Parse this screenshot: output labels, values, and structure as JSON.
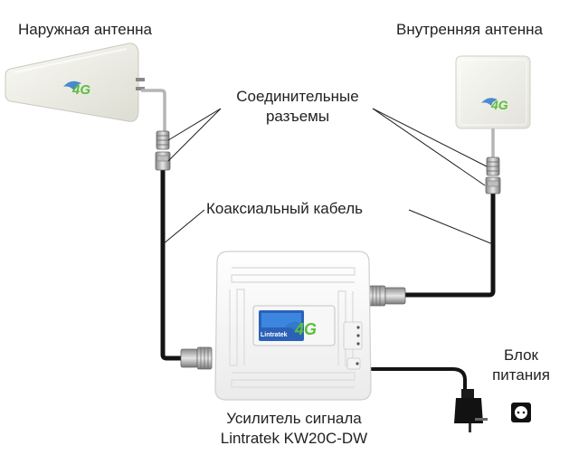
{
  "labels": {
    "outdoor_antenna": "Наружная антенна",
    "indoor_antenna": "Внутренняя антенна",
    "connectors_line1": "Соединительные",
    "connectors_line2": "разъемы",
    "coax_cable": "Коаксиальный кабель",
    "power_line1": "Блок",
    "power_line2": "питания",
    "amplifier_line1": "Усилитель сигнала",
    "amplifier_line2": "Lintratek KW20C-DW"
  },
  "device": {
    "badge_4g": "4G",
    "display_brand": "Lintratek"
  },
  "colors": {
    "cable": "#141414",
    "antenna_white": "#f1f1ec",
    "badge_green": "#5bbf3a",
    "badge_blue": "#2f78c8",
    "display_blue": "#2b62b8"
  }
}
